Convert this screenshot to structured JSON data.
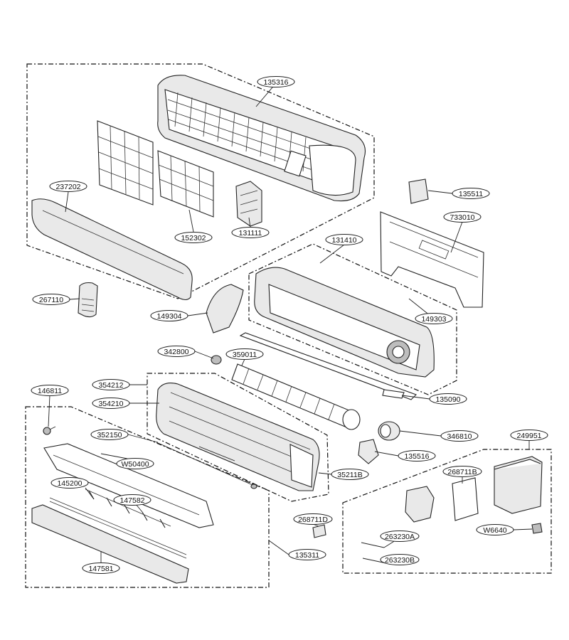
{
  "parts": {
    "p135316": "135316",
    "p237202": "237202",
    "p152302": "152302",
    "p131111": "131111",
    "p135511": "135511",
    "p733010": "733010",
    "p131410": "131410",
    "p267110": "267110",
    "p149304": "149304",
    "p149303": "149303",
    "p342800": "342800",
    "p359011": "359011",
    "p135090": "135090",
    "p354212": "354212",
    "p146811": "146811",
    "p354210": "354210",
    "p352150": "352150",
    "p346810": "346810",
    "p249951": "249951",
    "p135516": "135516",
    "pW50400": "W50400",
    "p268711B": "268711B",
    "p35211B": "35211B",
    "p145200": "145200",
    "p147582": "147582",
    "p268711D": "268711D",
    "pW6640": "W6640",
    "p263230A": "263230A",
    "p135311": "135311",
    "p263230B": "263230B",
    "p147581": "147581"
  }
}
